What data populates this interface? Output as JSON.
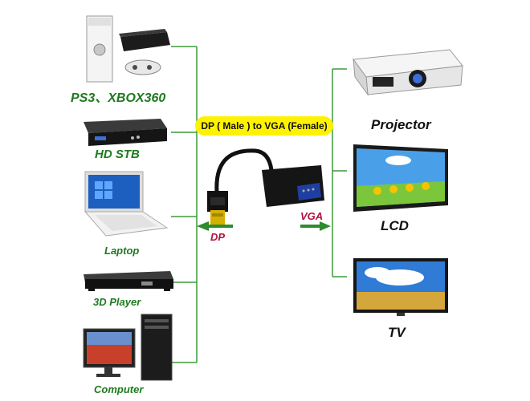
{
  "banner": {
    "text": "DP ( Male ) to VGA (Female)"
  },
  "inputs": [
    {
      "label": "PS3、XBOX360",
      "icon": "game-console-icon"
    },
    {
      "label": "HD STB",
      "icon": "set-top-box-icon"
    },
    {
      "label": "Laptop",
      "icon": "laptop-icon"
    },
    {
      "label": "3D Player",
      "icon": "dvd-player-icon"
    },
    {
      "label": "Computer",
      "icon": "computer-icon"
    }
  ],
  "outputs": [
    {
      "label": "Projector",
      "icon": "projector-icon"
    },
    {
      "label": "LCD",
      "icon": "lcd-monitor-icon"
    },
    {
      "label": "TV",
      "icon": "tv-icon"
    }
  ],
  "adapter": {
    "dp_label": "DP",
    "vga_label": "VGA",
    "icon": "dp-to-vga-adapter-icon"
  },
  "colors": {
    "line": "#3a9a3a",
    "arrow": "#2e8b2e",
    "label_green": "#1e7a1e",
    "label_red": "#b3123c",
    "banner": "#fff200"
  }
}
